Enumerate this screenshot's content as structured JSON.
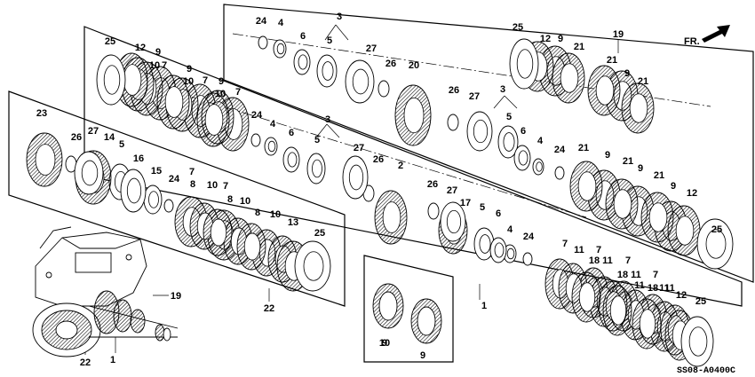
{
  "diagram": {
    "code": "SS08-A0400C",
    "direction_label": "FR.",
    "parts": [
      {
        "id": "p1a",
        "label": "1",
        "kind": "callout"
      },
      {
        "id": "p1b",
        "label": "1",
        "kind": "callout"
      },
      {
        "id": "p2",
        "label": "2",
        "kind": "hub"
      },
      {
        "id": "p3a",
        "label": "3",
        "kind": "bracket"
      },
      {
        "id": "p3b",
        "label": "3",
        "kind": "bracket"
      },
      {
        "id": "p3c",
        "label": "3",
        "kind": "bracket"
      },
      {
        "id": "p4a",
        "label": "4",
        "kind": "ring"
      },
      {
        "id": "p4b",
        "label": "4",
        "kind": "ring"
      },
      {
        "id": "p4c",
        "label": "4",
        "kind": "ring"
      },
      {
        "id": "p4d",
        "label": "4",
        "kind": "ring"
      },
      {
        "id": "p5a",
        "label": "5",
        "kind": "ring"
      },
      {
        "id": "p5b",
        "label": "5",
        "kind": "ring"
      },
      {
        "id": "p5c",
        "label": "5",
        "kind": "ring"
      },
      {
        "id": "p5d",
        "label": "5",
        "kind": "ring"
      },
      {
        "id": "p5e",
        "label": "5",
        "kind": "ring"
      },
      {
        "id": "p6a",
        "label": "6",
        "kind": "ring"
      },
      {
        "id": "p6b",
        "label": "6",
        "kind": "ring"
      },
      {
        "id": "p6c",
        "label": "6",
        "kind": "ring"
      },
      {
        "id": "p6d",
        "label": "6",
        "kind": "ring"
      },
      {
        "id": "p7a",
        "label": "7",
        "kind": "plate"
      },
      {
        "id": "p7b",
        "label": "7",
        "kind": "plate"
      },
      {
        "id": "p7c",
        "label": "7",
        "kind": "plate"
      },
      {
        "id": "p7d",
        "label": "7",
        "kind": "plate"
      },
      {
        "id": "p7e",
        "label": "7",
        "kind": "plate"
      },
      {
        "id": "p7f",
        "label": "7",
        "kind": "plate"
      },
      {
        "id": "p7g",
        "label": "7",
        "kind": "plate"
      },
      {
        "id": "p7h",
        "label": "7",
        "kind": "plate"
      },
      {
        "id": "p7i",
        "label": "7",
        "kind": "plate"
      },
      {
        "id": "p8a",
        "label": "8",
        "kind": "plate"
      },
      {
        "id": "p8b",
        "label": "8",
        "kind": "plate"
      },
      {
        "id": "p8c",
        "label": "8",
        "kind": "plate"
      },
      {
        "id": "p9a",
        "label": "9",
        "kind": "disc"
      },
      {
        "id": "p9b",
        "label": "9",
        "kind": "disc"
      },
      {
        "id": "p9c",
        "label": "9",
        "kind": "disc"
      },
      {
        "id": "p9d",
        "label": "9",
        "kind": "disc"
      },
      {
        "id": "p9e",
        "label": "9",
        "kind": "disc"
      },
      {
        "id": "p9f",
        "label": "9",
        "kind": "disc"
      },
      {
        "id": "p9g",
        "label": "9",
        "kind": "disc"
      },
      {
        "id": "p9h",
        "label": "9",
        "kind": "disc"
      },
      {
        "id": "p9i",
        "label": "9",
        "kind": "disc"
      },
      {
        "id": "p9j",
        "label": "9",
        "kind": "disc"
      },
      {
        "id": "p10a",
        "label": "10",
        "kind": "disc"
      },
      {
        "id": "p10b",
        "label": "10",
        "kind": "disc"
      },
      {
        "id": "p10c",
        "label": "10",
        "kind": "disc"
      },
      {
        "id": "p10d",
        "label": "10",
        "kind": "disc"
      },
      {
        "id": "p10e",
        "label": "10",
        "kind": "disc"
      },
      {
        "id": "p10f",
        "label": "10",
        "kind": "disc"
      },
      {
        "id": "p10g",
        "label": "10",
        "kind": "disc"
      },
      {
        "id": "p11a",
        "label": "11",
        "kind": "plate"
      },
      {
        "id": "p11b",
        "label": "11",
        "kind": "plate"
      },
      {
        "id": "p11c",
        "label": "11",
        "kind": "plate"
      },
      {
        "id": "p11d",
        "label": "11",
        "kind": "plate"
      },
      {
        "id": "p11e",
        "label": "11",
        "kind": "plate"
      },
      {
        "id": "p11f",
        "label": "11",
        "kind": "plate"
      },
      {
        "id": "p12a",
        "label": "12",
        "kind": "plate"
      },
      {
        "id": "p12b",
        "label": "12",
        "kind": "plate"
      },
      {
        "id": "p12c",
        "label": "12",
        "kind": "plate"
      },
      {
        "id": "p12d",
        "label": "12",
        "kind": "plate"
      },
      {
        "id": "p13",
        "label": "13",
        "kind": "plate"
      },
      {
        "id": "p14",
        "label": "14",
        "kind": "piston"
      },
      {
        "id": "p15",
        "label": "15",
        "kind": "ring"
      },
      {
        "id": "p16",
        "label": "16",
        "kind": "ring"
      },
      {
        "id": "p17",
        "label": "17",
        "kind": "piston"
      },
      {
        "id": "p18a",
        "label": "18",
        "kind": "plate"
      },
      {
        "id": "p18b",
        "label": "18",
        "kind": "plate"
      },
      {
        "id": "p18c",
        "label": "18",
        "kind": "plate"
      },
      {
        "id": "p19a",
        "label": "19",
        "kind": "callout"
      },
      {
        "id": "p19b",
        "label": "19",
        "kind": "callout"
      },
      {
        "id": "p20",
        "label": "20",
        "kind": "hub"
      },
      {
        "id": "p21a",
        "label": "21",
        "kind": "disc"
      },
      {
        "id": "p21b",
        "label": "21",
        "kind": "disc"
      },
      {
        "id": "p21c",
        "label": "21",
        "kind": "disc"
      },
      {
        "id": "p21d",
        "label": "21",
        "kind": "disc"
      },
      {
        "id": "p21e",
        "label": "21",
        "kind": "disc"
      },
      {
        "id": "p21f",
        "label": "21",
        "kind": "disc"
      },
      {
        "id": "p22a",
        "label": "22",
        "kind": "callout"
      },
      {
        "id": "p22b",
        "label": "22",
        "kind": "callout"
      },
      {
        "id": "p23",
        "label": "23",
        "kind": "hub"
      },
      {
        "id": "p24a",
        "label": "24",
        "kind": "clip"
      },
      {
        "id": "p24b",
        "label": "24",
        "kind": "clip"
      },
      {
        "id": "p24c",
        "label": "24",
        "kind": "clip"
      },
      {
        "id": "p24d",
        "label": "24",
        "kind": "clip"
      },
      {
        "id": "p24e",
        "label": "24",
        "kind": "clip"
      },
      {
        "id": "p25a",
        "label": "25",
        "kind": "snapring"
      },
      {
        "id": "p25b",
        "label": "25",
        "kind": "snapring"
      },
      {
        "id": "p25c",
        "label": "25",
        "kind": "snapring"
      },
      {
        "id": "p25d",
        "label": "25",
        "kind": "snapring"
      },
      {
        "id": "p25e",
        "label": "25",
        "kind": "snapring"
      },
      {
        "id": "p26a",
        "label": "26",
        "kind": "oring"
      },
      {
        "id": "p26b",
        "label": "26",
        "kind": "oring"
      },
      {
        "id": "p26c",
        "label": "26",
        "kind": "oring"
      },
      {
        "id": "p26d",
        "label": "26",
        "kind": "oring"
      },
      {
        "id": "p26e",
        "label": "26",
        "kind": "oring"
      },
      {
        "id": "p27a",
        "label": "27",
        "kind": "ring"
      },
      {
        "id": "p27b",
        "label": "27",
        "kind": "ring"
      },
      {
        "id": "p27c",
        "label": "27",
        "kind": "ring"
      },
      {
        "id": "p27d",
        "label": "27",
        "kind": "ring"
      },
      {
        "id": "p27e",
        "label": "27",
        "kind": "ring"
      }
    ]
  }
}
